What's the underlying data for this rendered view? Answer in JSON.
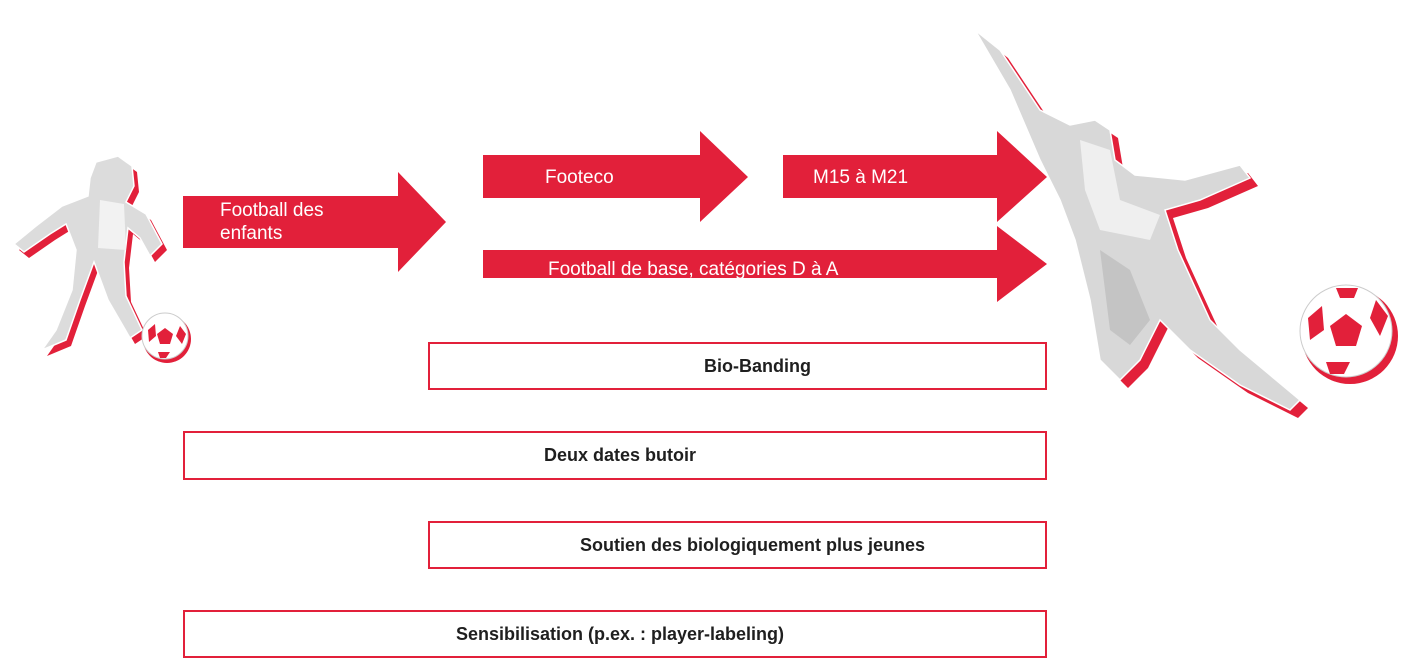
{
  "colors": {
    "accent": "#e2203a",
    "figure": "#d6d6d6",
    "text": "#1f1f1f"
  },
  "arrows": {
    "kids": {
      "line1": "Football des",
      "line2": "enfants"
    },
    "footeco": {
      "label": "Footeco"
    },
    "m15": {
      "label": "M15 à M21"
    },
    "base": {
      "label": "Football de base, catégories D à A"
    }
  },
  "boxes": {
    "bio_banding": "Bio-Banding",
    "two_dates": "Deux dates butoir",
    "support": "Soutien des biologiquement plus jeunes",
    "awareness": "Sensibilisation (p.ex. : player-labeling)"
  },
  "icons": {
    "child_player": "child-player-icon",
    "adult_player": "adult-player-icon",
    "ball": "soccer-ball-icon"
  }
}
